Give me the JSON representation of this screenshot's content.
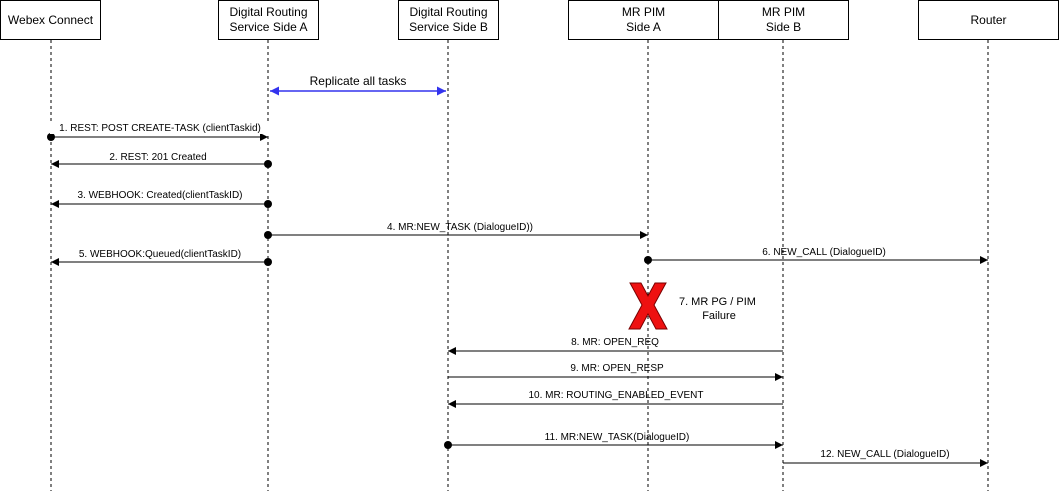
{
  "participants": [
    {
      "id": "webex",
      "label": "Webex Connect"
    },
    {
      "id": "drsA",
      "label": "Digital Routing\nService Side A"
    },
    {
      "id": "drsB",
      "label": "Digital Routing\nService Side B"
    },
    {
      "id": "pimA",
      "label": "MR PIM\nSide A"
    },
    {
      "id": "pimB",
      "label": "MR PIM\nSide B"
    },
    {
      "id": "router",
      "label": "Router"
    }
  ],
  "messages": [
    {
      "id": "replicate",
      "from": "drsA",
      "to": "drsB",
      "label": "Replicate all tasks",
      "bidirectional": true,
      "color": "#3333ee"
    },
    {
      "id": "m1",
      "from": "webex",
      "to": "drsA",
      "label": "1. REST: POST CREATE-TASK (clientTaskid)"
    },
    {
      "id": "m2",
      "from": "drsA",
      "to": "webex",
      "label": "2. REST: 201 Created"
    },
    {
      "id": "m3",
      "from": "drsA",
      "to": "webex",
      "label": "3. WEBHOOK: Created(clientTaskID)"
    },
    {
      "id": "m4",
      "from": "drsA",
      "to": "pimA",
      "label": "4. MR:NEW_TASK (DialogueID))"
    },
    {
      "id": "m5",
      "from": "drsA",
      "to": "webex",
      "label": "5. WEBHOOK:Queued(clientTaskID)"
    },
    {
      "id": "m6",
      "from": "pimA",
      "to": "router",
      "label": "6. NEW_CALL (DialogueID)"
    },
    {
      "id": "m8",
      "from": "pimB",
      "to": "drsB",
      "label": "8. MR: OPEN_REQ"
    },
    {
      "id": "m9",
      "from": "drsB",
      "to": "pimB",
      "label": "9. MR: OPEN_RESP"
    },
    {
      "id": "m10",
      "from": "pimB",
      "to": "drsB",
      "label": "10. MR: ROUTING_ENABLED_EVENT"
    },
    {
      "id": "m11",
      "from": "drsB",
      "to": "pimB",
      "label": "11. MR:NEW_TASK(DialogueID)"
    },
    {
      "id": "m12",
      "from": "pimB",
      "to": "router",
      "label": "12. NEW_CALL (DialogueID)"
    }
  ],
  "failure": {
    "label": "7. MR PG / PIM\nFailure",
    "mark_color": "#ee1111"
  }
}
